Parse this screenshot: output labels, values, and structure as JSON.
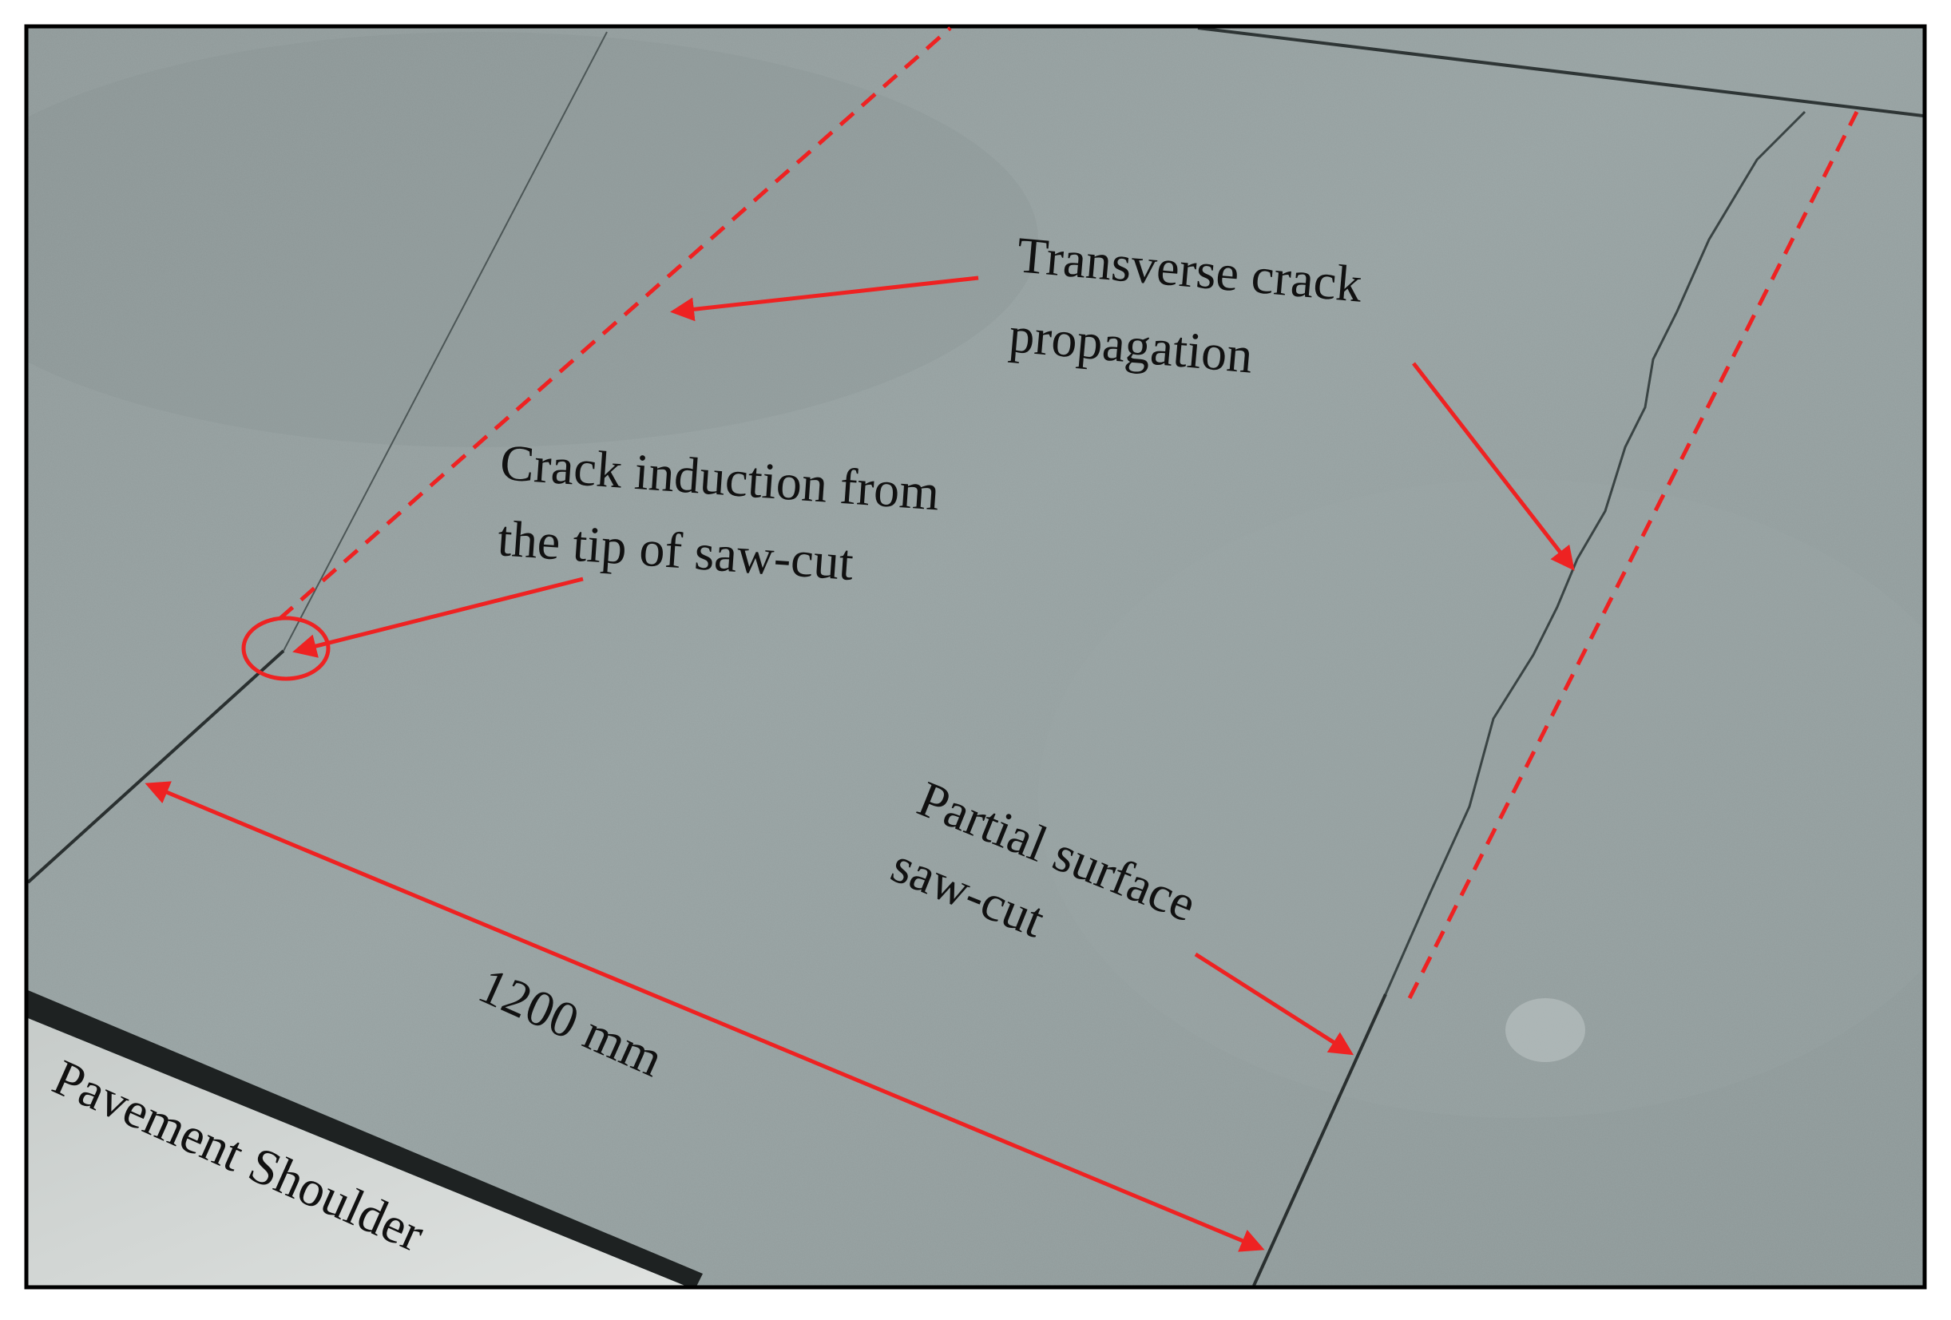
{
  "labels": {
    "transverse_line1": "Transverse crack",
    "transverse_line2": "propagation",
    "induction_line1": "Crack induction from",
    "induction_line2": "the tip of saw-cut",
    "sawcut_line1": "Partial surface",
    "sawcut_line2": "saw-cut",
    "dimension": "1200 mm",
    "shoulder": "Pavement Shoulder"
  },
  "colors": {
    "annotation_red": "#ee2222",
    "pavement": "#8f9a9a",
    "shoulder": "#d4d8d6",
    "joint_sealant": "#1e2222",
    "border": "#000000"
  }
}
